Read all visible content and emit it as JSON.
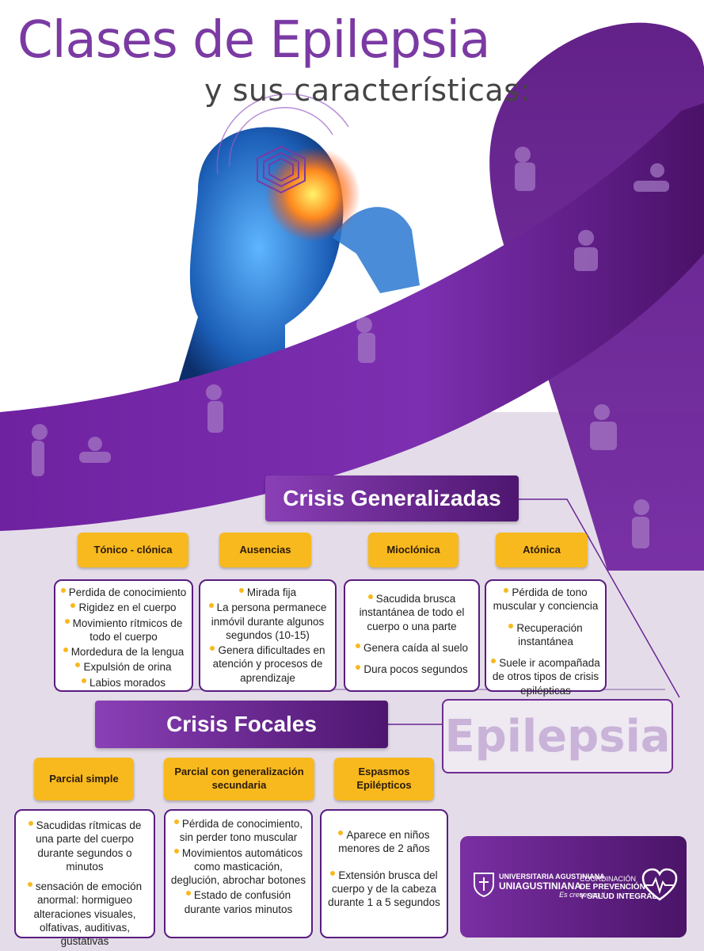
{
  "title": "Clases de Epilepsia",
  "subtitle": "y sus características:",
  "generalized": {
    "title": "Crisis Generalizadas",
    "types": [
      {
        "name": "Tónico - clónica",
        "items": [
          "Perdida de conocimiento",
          "Rigidez en el cuerpo",
          "Movimiento rítmicos de todo el cuerpo",
          "Mordedura de la lengua",
          "Expulsión de orina",
          "Labios morados"
        ]
      },
      {
        "name": "Ausencias",
        "items": [
          "Mirada fija",
          "La persona permanece inmóvil durante algunos segundos (10-15)",
          "Genera dificultades en atención y procesos de aprendizaje"
        ]
      },
      {
        "name": "Mioclónica",
        "items": [
          "Sacudida brusca instantánea de todo el cuerpo o una parte",
          "Genera caída al suelo",
          "Dura pocos segundos"
        ]
      },
      {
        "name": "Atónica",
        "items": [
          "Pérdida de tono muscular y conciencia",
          "Recuperación instantánea",
          "Suele ir acompañada de otros tipos de crisis epilépticas"
        ]
      }
    ]
  },
  "focal": {
    "title": "Crisis Focales",
    "types": [
      {
        "name": "Parcial simple",
        "items": [
          "Sacudidas rítmicas de una parte del cuerpo durante segundos o minutos",
          "sensación de emoción anormal: hormigueo alteraciones visuales, olfativas, auditivas, gustativas"
        ]
      },
      {
        "name": "Parcial con generalización secundaria",
        "items": [
          "Pérdida de conocimiento, sin perder tono muscular",
          "Movimientos automáticos como masticación, deglución, abrochar botones",
          "Estado de confusión durante varios minutos"
        ]
      },
      {
        "name": "Espasmos Epilépticos",
        "items": [
          "Aparece en niños menores de 2 años",
          "Extensión brusca del cuerpo y de la cabeza durante 1 a 5 segundos"
        ]
      }
    ]
  },
  "center_label": "Epilepsia",
  "logos": {
    "uni_line1": "UNIVERSITARIA AGUSTINIANA",
    "uni_line2": "UNIAGUSTINIANA",
    "uni_slogan": "Es crecer en ti",
    "coord_line1": "COORDINACIÓN",
    "coord_line2": "DE PREVENCIÓN",
    "coord_line3": "Y SALUD INTEGRAL"
  },
  "colors": {
    "purple": "#6a2596",
    "yellow": "#f8b91e",
    "light_bg": "#e4dde9"
  }
}
